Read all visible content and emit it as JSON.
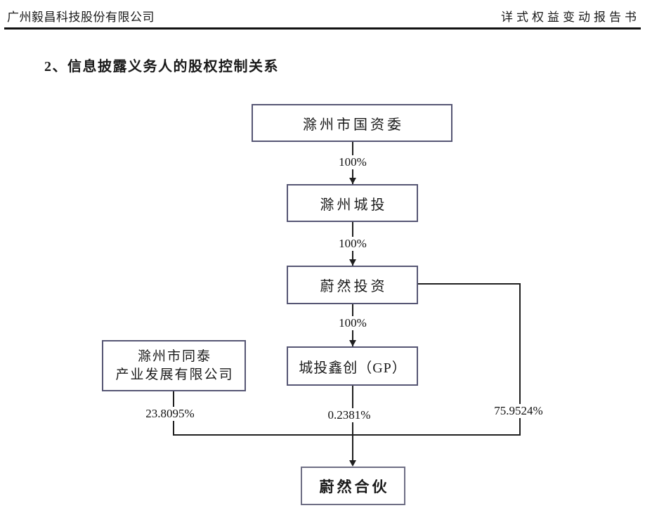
{
  "header": {
    "company": "广州毅昌科技股份有限公司",
    "report": "详式权益变动报告书"
  },
  "section": {
    "title": "2、信息披露义务人的股权控制关系"
  },
  "diagram": {
    "type": "equity-control-flowchart",
    "nodes": [
      {
        "id": "chuzhou-guoziwei",
        "label": "滁州市国资委"
      },
      {
        "id": "chuzhou-chengtou",
        "label": "滁州城投"
      },
      {
        "id": "weiran-touzi",
        "label": "蔚然投资"
      },
      {
        "id": "chengtou-xinchuang",
        "label": "城投鑫创（GP）"
      },
      {
        "id": "tongtai",
        "label": "滁州市同泰产业发展有限公司",
        "line1": "滁州市同泰",
        "line2": "产业发展有限公司"
      },
      {
        "id": "weiran-hehuo",
        "label": "蔚然合伙"
      }
    ],
    "edges": [
      {
        "from": "chuzhou-guoziwei",
        "to": "chuzhou-chengtou",
        "label": "100%"
      },
      {
        "from": "chuzhou-chengtou",
        "to": "weiran-touzi",
        "label": "100%"
      },
      {
        "from": "weiran-touzi",
        "to": "chengtou-xinchuang",
        "label": "100%"
      },
      {
        "from": "tongtai",
        "to": "weiran-hehuo",
        "label": "23.8095%"
      },
      {
        "from": "chengtou-xinchuang",
        "to": "weiran-hehuo",
        "label": "0.2381%"
      },
      {
        "from": "weiran-touzi",
        "to": "weiran-hehuo",
        "label": "75.9524%"
      }
    ],
    "colors": {
      "box_border": "#565674",
      "bottom_box_border": "#6e6e84",
      "line": "#1f1f1f",
      "header_rule": "#111111",
      "text": "#1a1a1a"
    }
  }
}
